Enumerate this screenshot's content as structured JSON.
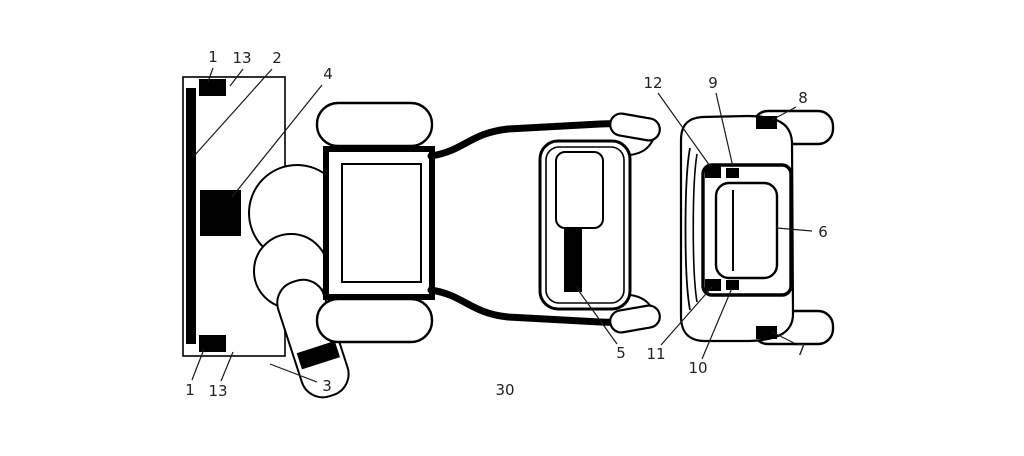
{
  "figure": {
    "number": "30",
    "background": "#ffffff",
    "ink": "#000000",
    "label_color": "#222222"
  },
  "callouts": {
    "top_left_1": "1",
    "top_left_13": "13",
    "top_left_2": "2",
    "top_left_4": "4",
    "bottom_left_1": "1",
    "bottom_left_13": "13",
    "bottom_left_3": "3",
    "center_5": "5",
    "center_11": "11",
    "center_10": "10",
    "top_right_12": "12",
    "top_right_9": "9",
    "top_right_8": "8",
    "right_6": "6",
    "bottom_right_7": "7"
  }
}
